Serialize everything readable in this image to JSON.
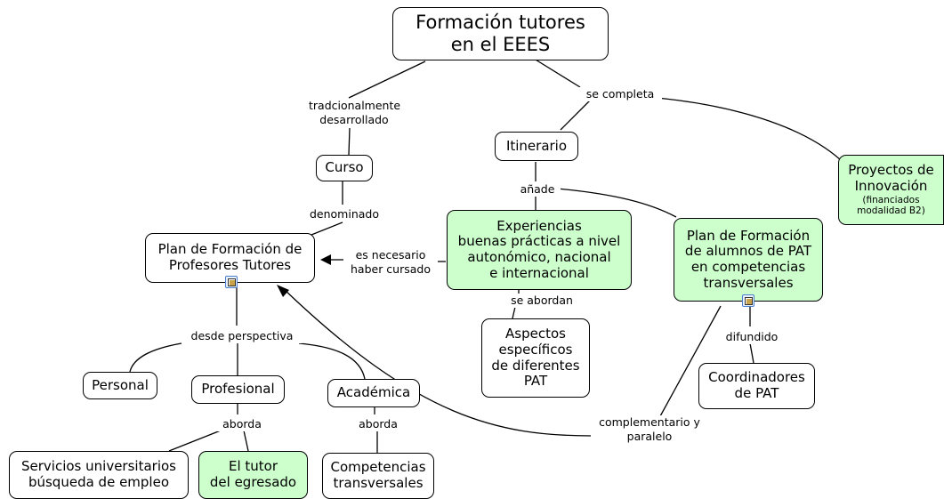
{
  "concepts": {
    "root": "Formación tutores\nen el EEES",
    "itinerario": "Itinerario",
    "curso": "Curso",
    "proyectos_title": "Proyectos de\nInnovación",
    "proyectos_note": "(financiados\nmodalidad B2)",
    "plan_profesores": "Plan de Formación de\nProfesores Tutores",
    "experiencias": "Experiencias\nbuenas prácticas a nivel\nautonómico, nacional\ne internacional",
    "plan_alumnos": "Plan de Formación\nde alumnos de PAT\nen competencias\ntransversales",
    "aspectos": "Aspectos\nespecíficos\nde diferentes\nPAT",
    "coordinadores": "Coordinadores\nde PAT",
    "personal": "Personal",
    "profesional": "Profesional",
    "academica": "Académica",
    "servicios": "Servicios universitarios\nbúsqueda de empleo",
    "tutor_egresado": "El tutor\ndel egresado",
    "competencias": "Competencias\ntransversales"
  },
  "links": {
    "tradicionalmente": "tradcionalmente\ndesarrollado",
    "se_completa": "se completa",
    "denominado": "denominado",
    "anade": "añade",
    "es_necesario": "es necesario\nhaber cursado",
    "se_abordan": "se abordan",
    "desde_perspectiva": "desde perspectiva",
    "difundido": "difundido",
    "aborda_1": "aborda",
    "aborda_2": "aborda",
    "complementario": "complementario y\nparalelo"
  },
  "resources": [
    "document-icon",
    "document-icon"
  ],
  "colors": {
    "highlight_fill": "#ccffcc",
    "node_fill": "#ffffff",
    "line": "#000000",
    "resource_icon": "#4a7fd0"
  }
}
